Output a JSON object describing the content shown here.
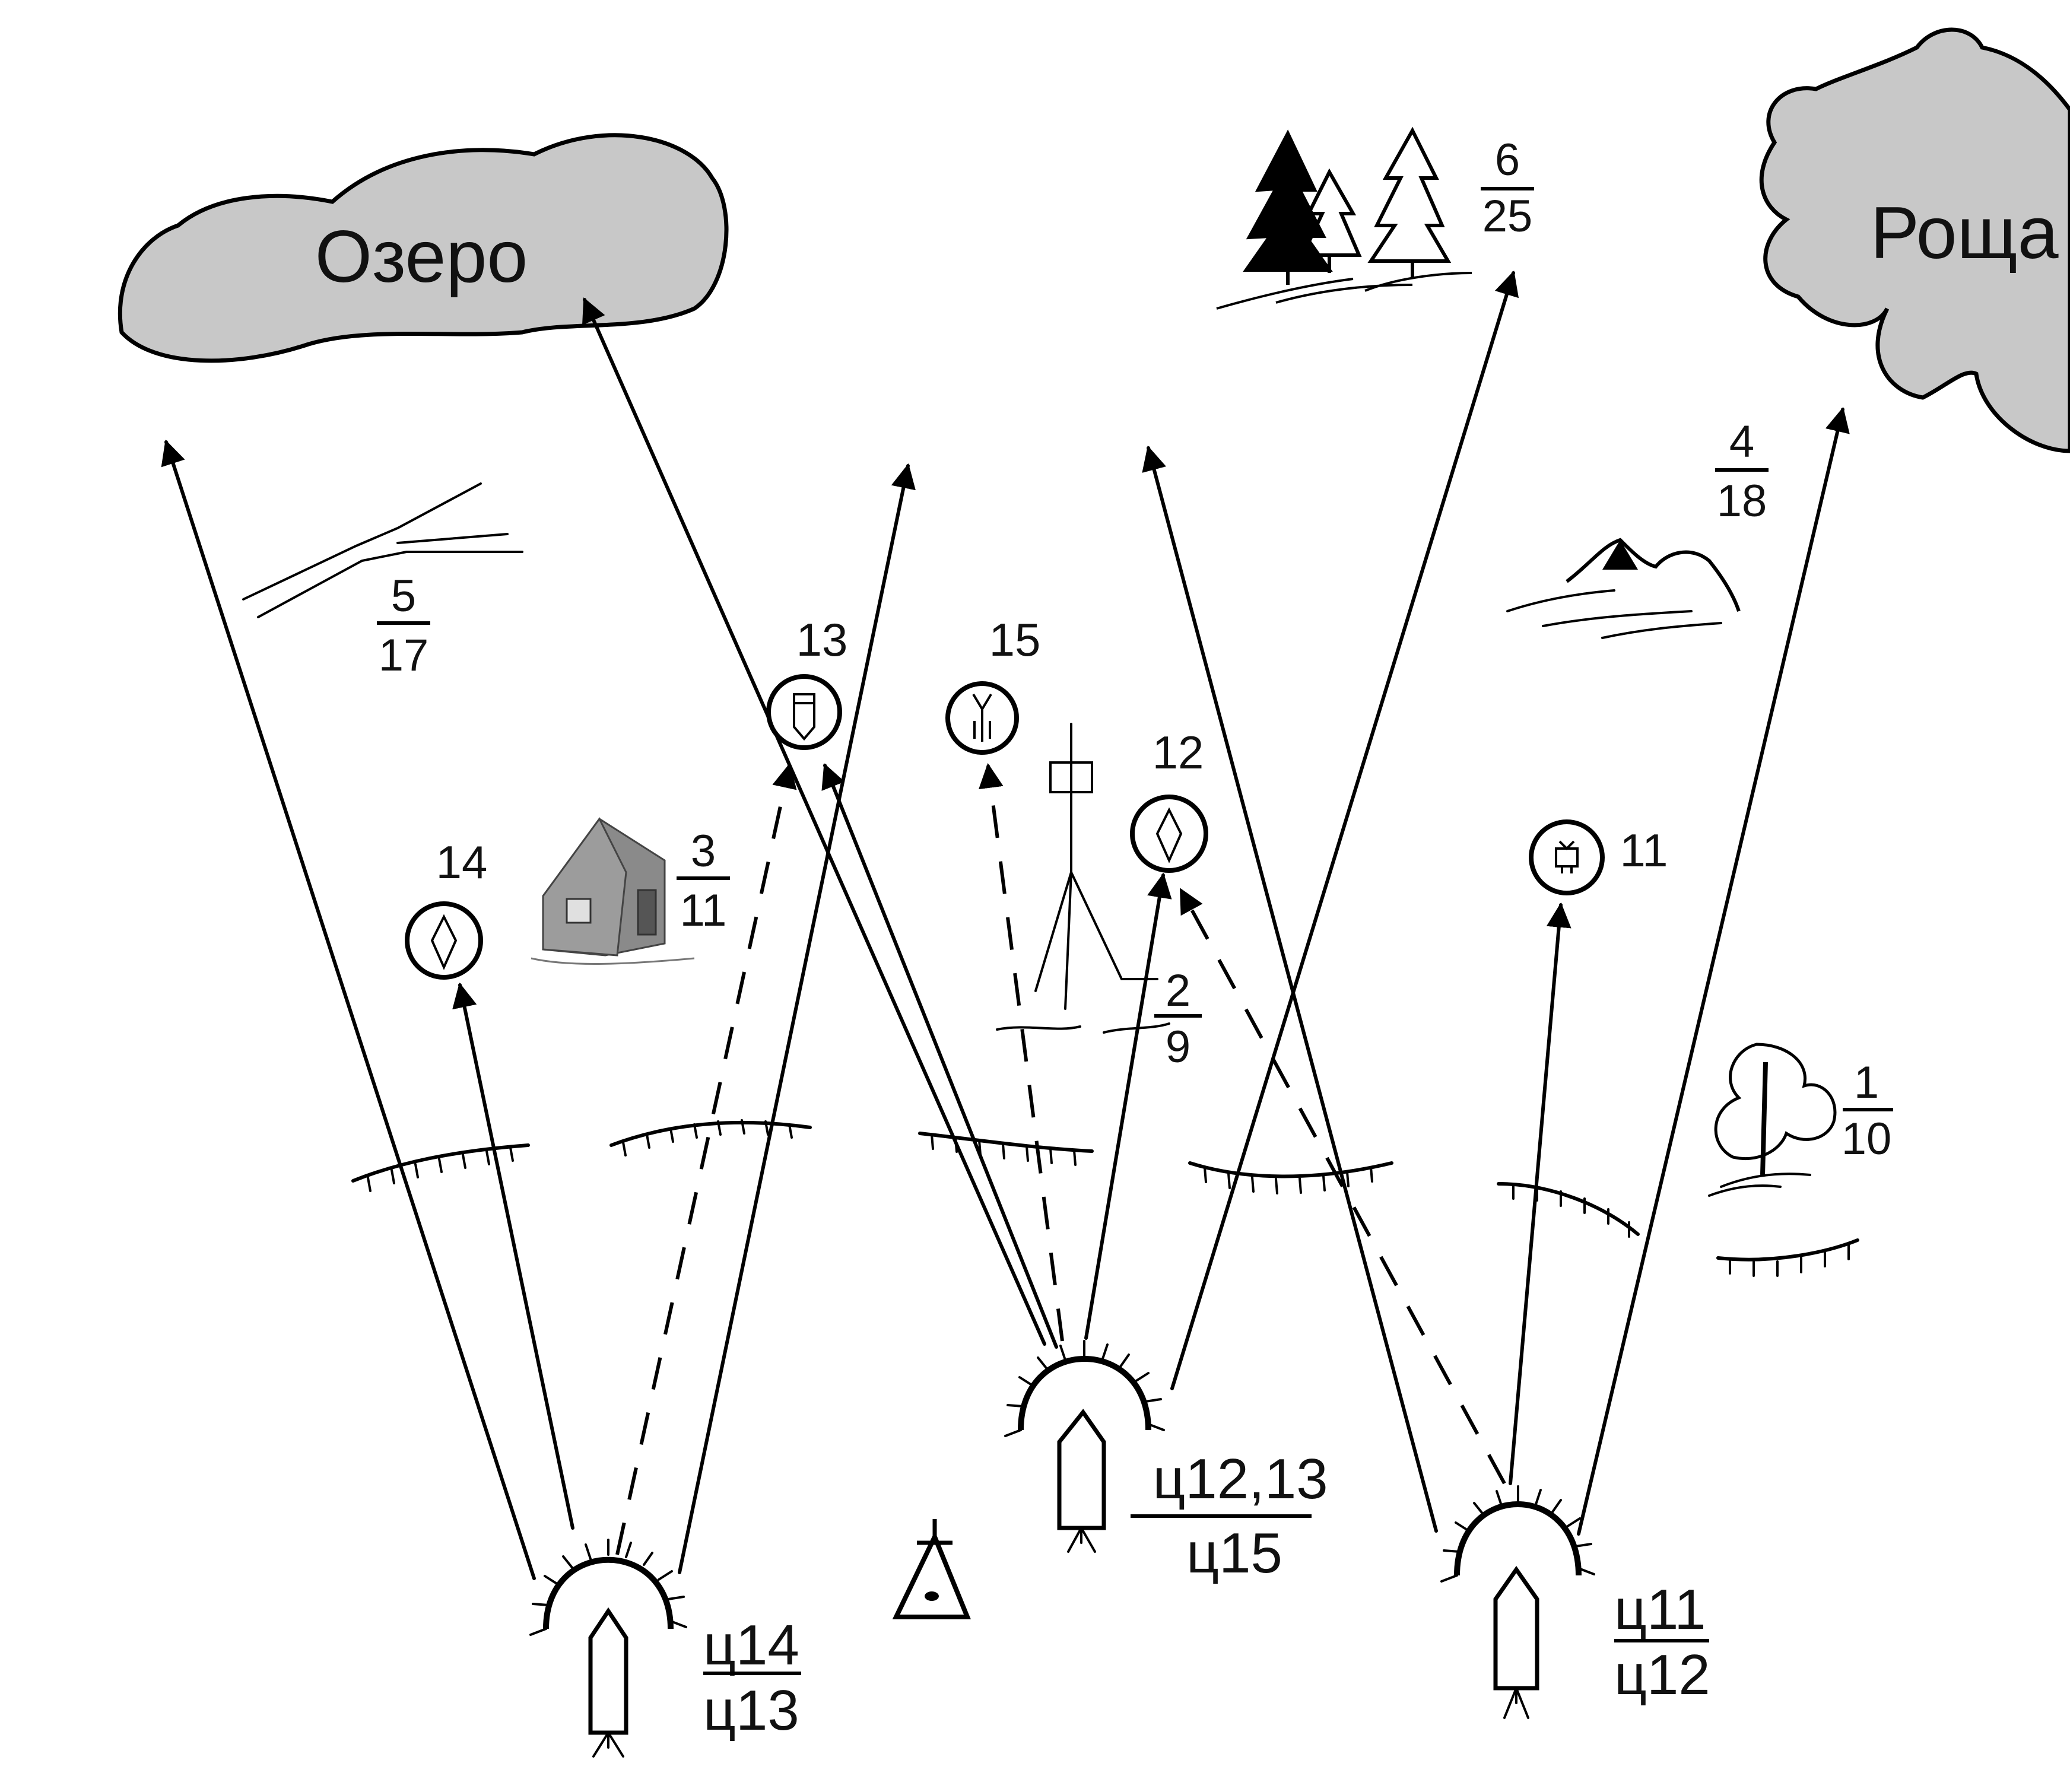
{
  "landmarks": {
    "lake": {
      "label": "Озеро",
      "fill": "#c8c8c8"
    },
    "grove": {
      "label": "Роща",
      "fill": "#c8c8c8"
    }
  },
  "orienting_points": [
    {
      "id": "trees",
      "icon": "fir-trees-icon",
      "num": "6",
      "den": "25"
    },
    {
      "id": "road-fork",
      "icon": "road-fork-icon",
      "num": "5",
      "den": "17"
    },
    {
      "id": "rocks",
      "icon": "rocks-icon",
      "num": "4",
      "den": "18"
    },
    {
      "id": "house",
      "icon": "house-icon",
      "num": "3",
      "den": "11"
    },
    {
      "id": "tower",
      "icon": "survey-tower-icon",
      "num": "2",
      "den": "9"
    },
    {
      "id": "tree",
      "icon": "single-tree-icon",
      "num": "1",
      "den": "10"
    }
  ],
  "targets": [
    {
      "label": "13",
      "icon": "infantry-target-icon"
    },
    {
      "label": "15",
      "icon": "antenna-target-icon"
    },
    {
      "label": "12",
      "icon": "diamond-target-icon"
    },
    {
      "label": "14",
      "icon": "diamond-target-icon"
    },
    {
      "label": "11",
      "icon": "tv-target-icon"
    }
  ],
  "positions": [
    {
      "num": "ц14",
      "den": "ц13"
    },
    {
      "num": "ц12,13",
      "den": "ц15"
    },
    {
      "num": "ц11",
      "den": "ц12"
    }
  ],
  "colors": {
    "ink": "#000000",
    "area_fill": "#c8c8c8",
    "house_fill": "#8a8a8a"
  }
}
